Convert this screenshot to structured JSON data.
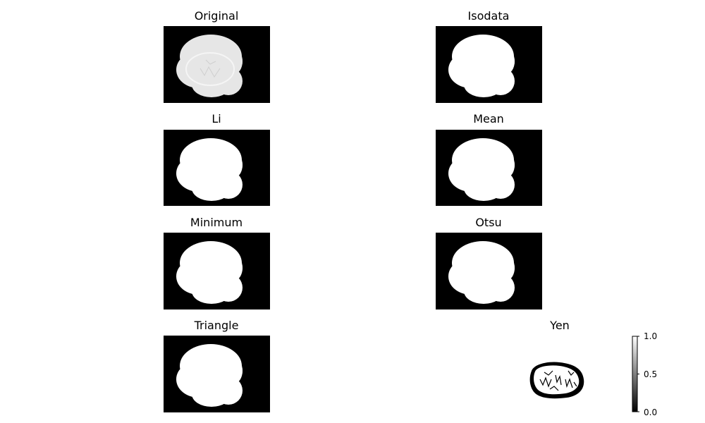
{
  "panels": [
    {
      "title": "Original",
      "kind": "original"
    },
    {
      "title": "Isodata",
      "kind": "mask"
    },
    {
      "title": "Li",
      "kind": "mask"
    },
    {
      "title": "Mean",
      "kind": "mask"
    },
    {
      "title": "Minimum",
      "kind": "mask"
    },
    {
      "title": "Otsu",
      "kind": "mask"
    },
    {
      "title": "Triangle",
      "kind": "mask"
    },
    {
      "title": "Yen",
      "kind": "ring"
    }
  ],
  "colorbar": {
    "ticks": [
      "1.0",
      "0.5",
      "0.0"
    ],
    "colormap": "gray",
    "range": [
      0,
      1
    ]
  },
  "colors": {
    "background": "#000000",
    "foreground": "#ffffff",
    "original_fill": "#e6e6e6"
  }
}
